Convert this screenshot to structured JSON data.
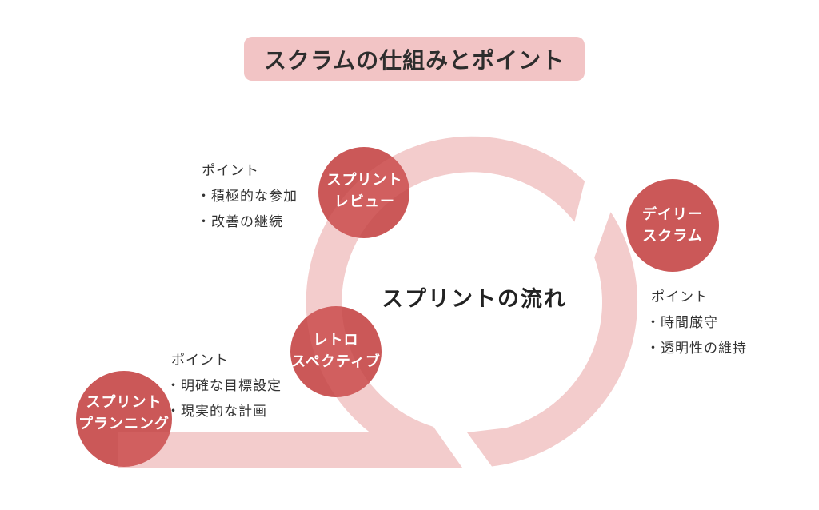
{
  "banner": {
    "title": "スクラムの仕組みとポイント"
  },
  "cycle": {
    "center_label": "スプリントの流れ",
    "nodes": [
      {
        "id": "sprint-review",
        "line1": "スプリント",
        "line2": "レビュー"
      },
      {
        "id": "daily-scrum",
        "line1": "デイリー",
        "line2": "スクラム"
      },
      {
        "id": "retrospective",
        "line1": "レトロ",
        "line2": "スペクティブ"
      },
      {
        "id": "sprint-planning",
        "line1": "スプリント",
        "line2": "プランニング"
      }
    ]
  },
  "point_blocks": [
    {
      "heading": "ポイント",
      "items": [
        "・積極的な参加",
        "・改善の継続"
      ]
    },
    {
      "heading": "ポイント",
      "items": [
        "・時間厳守",
        "・透明性の維持"
      ]
    },
    {
      "heading": "ポイント",
      "items": [
        "・明確な目標設定",
        "・現実的な計画"
      ]
    }
  ],
  "colors": {
    "node_red": "#cb5858",
    "loop_pink": "rgba(220,110,110,0.35)",
    "banner_pink": "#f2c4c5",
    "node_text": "#ffffff",
    "text_dark": "#333333"
  }
}
